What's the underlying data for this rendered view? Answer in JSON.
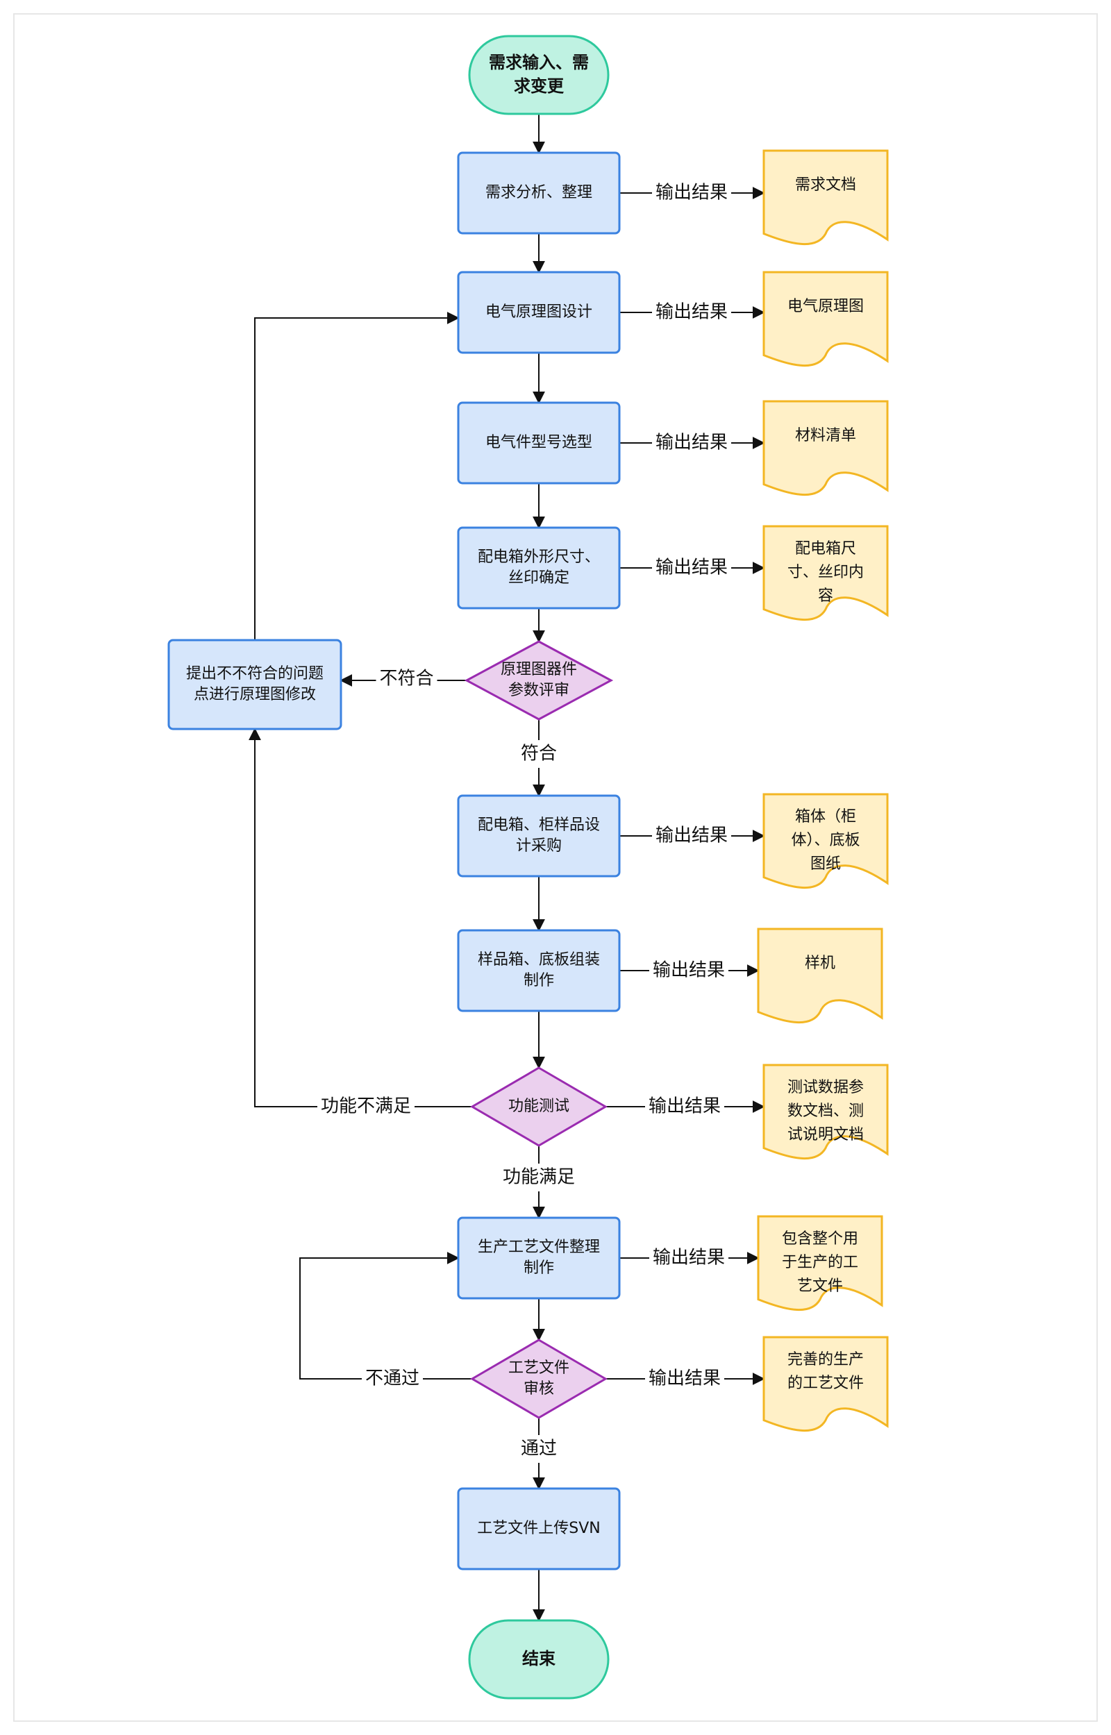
{
  "colors": {
    "process_fill": "#d6e6fb",
    "process_stroke": "#3b82e0",
    "terminal_fill": "#bff2e2",
    "terminal_stroke": "#2ec99d",
    "decision_fill": "#ebd0ee",
    "decision_stroke": "#9a2bb0",
    "doc_fill": "#fff0c7",
    "doc_stroke": "#f3b623",
    "edge": "#111111",
    "frame": "#e6e6e6"
  },
  "nodes": {
    "start": "需求输入、需|求变更",
    "n_analysis": "需求分析、整理",
    "n_schematic": "电气原理图设计",
    "n_selection": "电气件型号选型",
    "n_box": "配电箱外形尺寸、|丝印确定",
    "d_review": "原理图器件|参数评审",
    "n_fix": "提出不不符合的问题|点进行原理图修改",
    "n_sample_design": "配电箱、柜样品设|计采购",
    "n_assembly": "样品箱、底板组装|制作",
    "d_test": "功能测试",
    "n_process": "生产工艺文件整理|制作",
    "d_audit": "工艺文件|审核",
    "n_svn": "工艺文件上传SVN",
    "end": "结束"
  },
  "docs": {
    "doc_req": "需求文档",
    "doc_schematic": "电气原理图",
    "doc_bom": "材料清单",
    "doc_box": "配电箱尺|寸、丝印内|容",
    "doc_cabinet": "箱体（柜|体）、底板|图纸",
    "doc_sample": "样机",
    "doc_test": "测试数据参|数文档、测|试说明文档",
    "doc_process": "包含整个用|于生产的工|艺文件",
    "doc_final": "完善的生产|的工艺文件"
  },
  "edge_labels": {
    "output": "输出结果",
    "not_conform": "不符合",
    "conform": "符合",
    "func_fail": "功能不满足",
    "func_pass": "功能满足",
    "fail": "不通过",
    "pass": "通过"
  }
}
